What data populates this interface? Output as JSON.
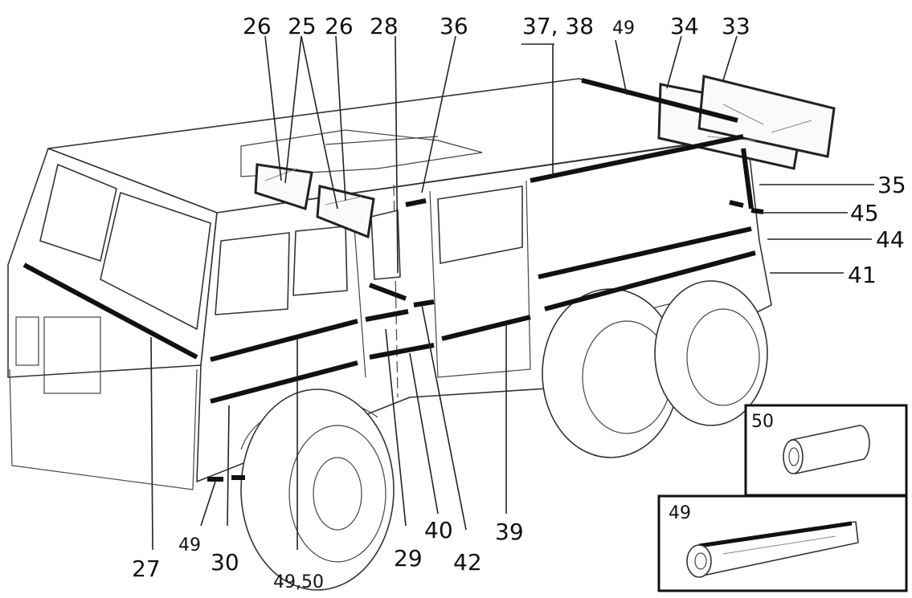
{
  "diagram": {
    "callouts": {
      "c26_left": "26",
      "c25": "25",
      "c26_right": "26",
      "c28": "28",
      "c36": "36",
      "c37_38": "37, 38",
      "c49_top": "49",
      "c34": "34",
      "c33": "33",
      "c35": "35",
      "c45": "45",
      "c44": "44",
      "c41": "41",
      "c27": "27",
      "c49_bottom": "49",
      "c30": "30",
      "c49_50": "49,50",
      "c29": "29",
      "c40": "40",
      "c42": "42",
      "c39": "39"
    },
    "detail_50": {
      "label": "50"
    },
    "detail_49": {
      "label": "49"
    }
  }
}
